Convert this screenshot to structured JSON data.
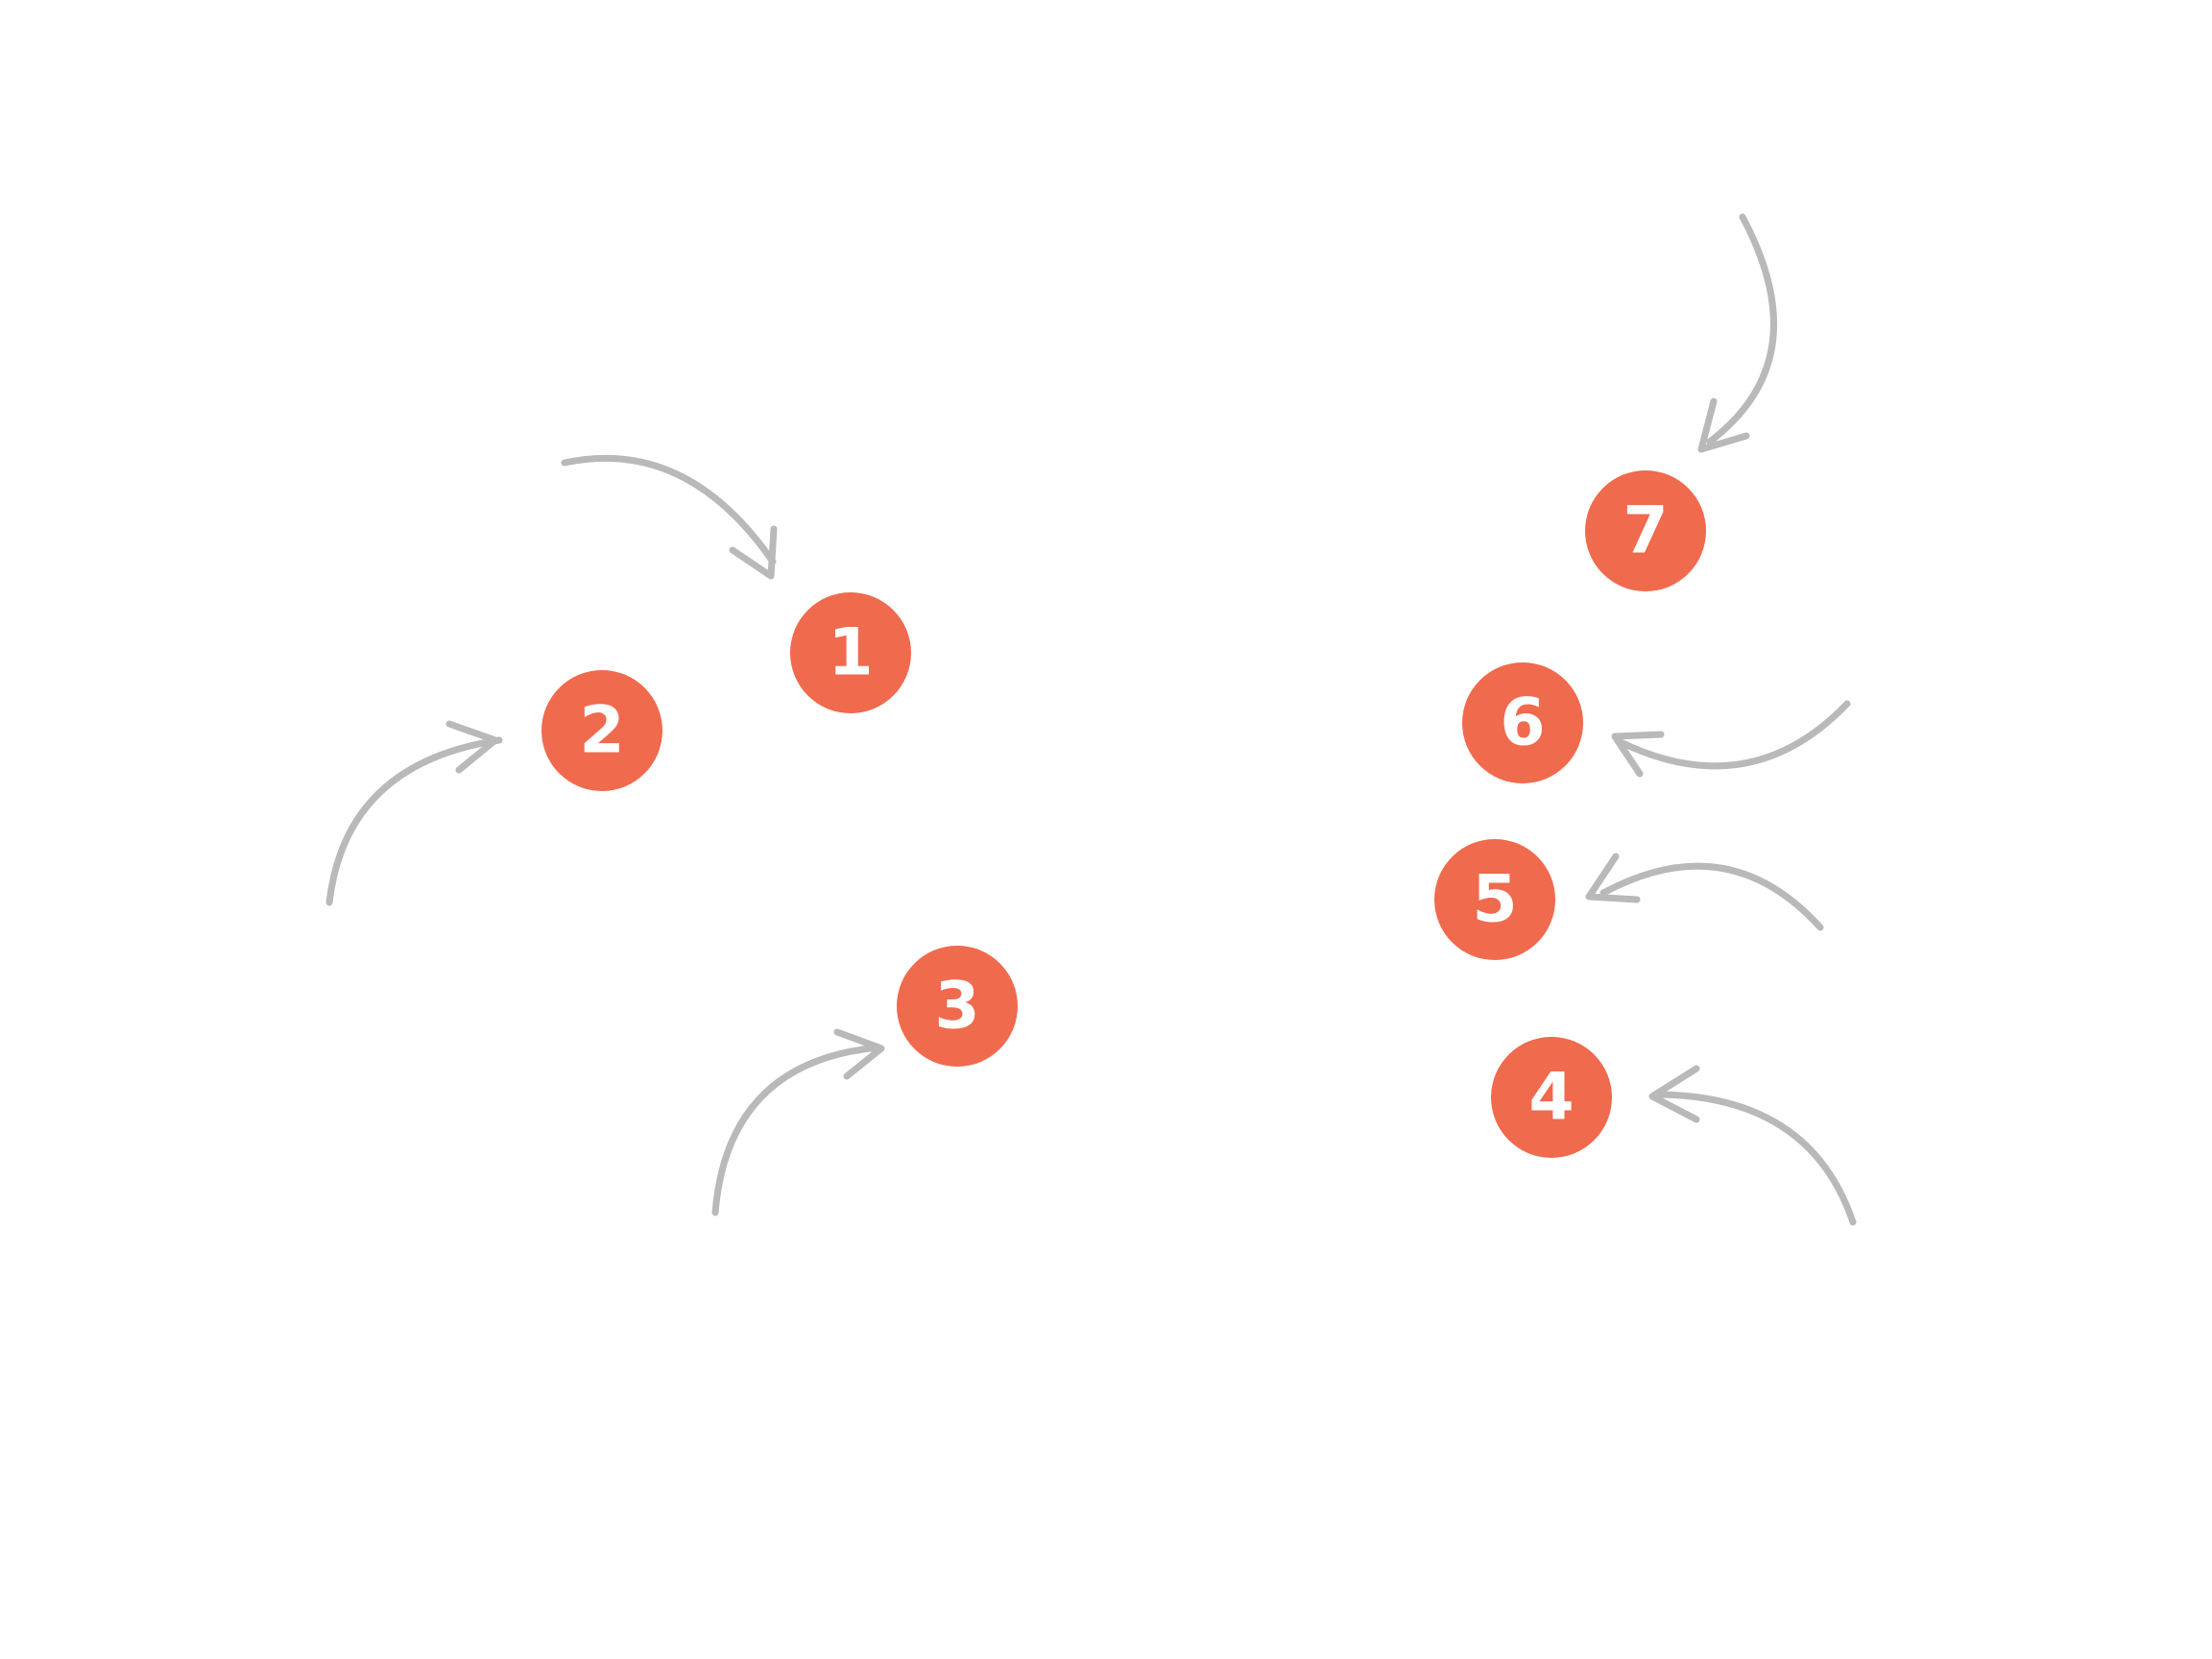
{
  "colors": {
    "background": "#ffffff",
    "marker_fill": "#f06a4d",
    "marker_text": "#ffffff",
    "arrow_stroke": "#b9b9b9"
  },
  "markers": [
    {
      "label": "1",
      "icon": "number-badge"
    },
    {
      "label": "2",
      "icon": "number-badge"
    },
    {
      "label": "3",
      "icon": "number-badge"
    },
    {
      "label": "4",
      "icon": "number-badge"
    },
    {
      "label": "5",
      "icon": "number-badge"
    },
    {
      "label": "6",
      "icon": "number-badge"
    },
    {
      "label": "7",
      "icon": "number-badge"
    }
  ],
  "arrows": [
    {
      "points_to": "1",
      "icon": "curved-arrow"
    },
    {
      "points_to": "2",
      "icon": "curved-arrow"
    },
    {
      "points_to": "3",
      "icon": "curved-arrow"
    },
    {
      "points_to": "4",
      "icon": "curved-arrow"
    },
    {
      "points_to": "5",
      "icon": "curved-arrow"
    },
    {
      "points_to": "6",
      "icon": "curved-arrow"
    },
    {
      "points_to": "7",
      "icon": "curved-arrow"
    }
  ]
}
